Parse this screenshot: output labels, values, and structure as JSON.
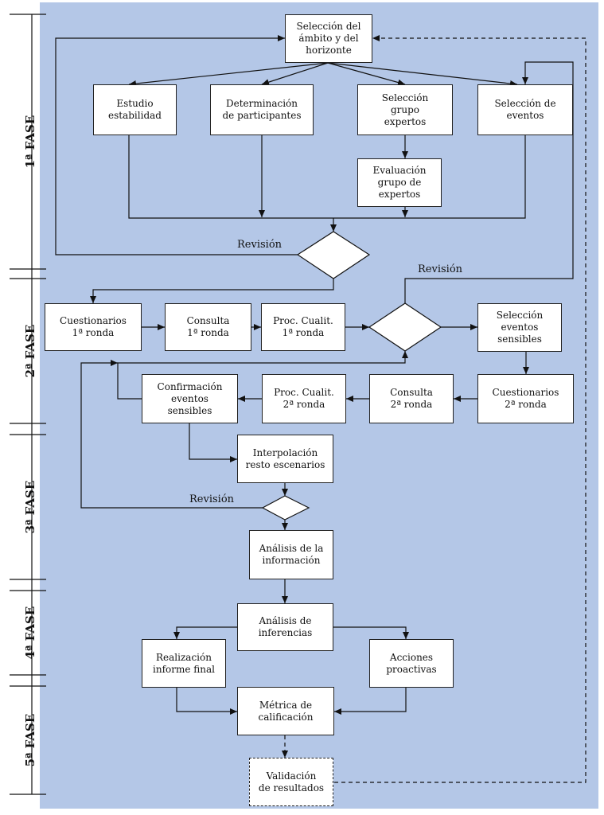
{
  "boxes": {
    "seleccion_ambito": "Selección del\námbito y del\nhorizonte",
    "estudio_estabilidad": "Estudio\nestabilidad",
    "determinacion_participantes": "Determinación\nde participantes",
    "seleccion_grupo_expertos": "Selección\ngrupo\nexpertos",
    "seleccion_eventos": "Selección de\neventos",
    "evaluacion_grupo_expertos": "Evaluación\ngrupo de\nexpertos",
    "cuestionarios_1": "Cuestionarios\n1ª ronda",
    "consulta_1": "Consulta\n1ª ronda",
    "proc_cualit_1": "Proc. Cualit.\n1ª ronda",
    "seleccion_eventos_sensibles": "Selección\neventos\nsensibles",
    "confirmacion_eventos_sensibles": "Confirmación\neventos\nsensibles",
    "proc_cualit_2": "Proc. Cualit.\n2ª ronda",
    "consulta_2": "Consulta\n2ª ronda",
    "cuestionarios_2": "Cuestionarios\n2ª ronda",
    "interpolacion": "Interpolación\nresto escenarios",
    "analisis_informacion": "Análisis de la\ninformación",
    "analisis_inferencias": "Análisis de\ninferencias",
    "informe_final": "Realización\ninforme final",
    "acciones_proactivas": "Acciones\nproactivas",
    "metrica": "Métrica de\ncalificación",
    "validacion": "Validación\nde resultados"
  },
  "labels": {
    "revision_1": "Revisión",
    "revision_2": "Revisión",
    "revision_3": "Revisión"
  },
  "phases": [
    "1ª FASE",
    "2ª FASE",
    "3ª FASE",
    "4ª FASE",
    "5ª FASE"
  ],
  "colors": {
    "panel": "#b4c7e7",
    "box": "#ffffff",
    "line": "#222222"
  }
}
